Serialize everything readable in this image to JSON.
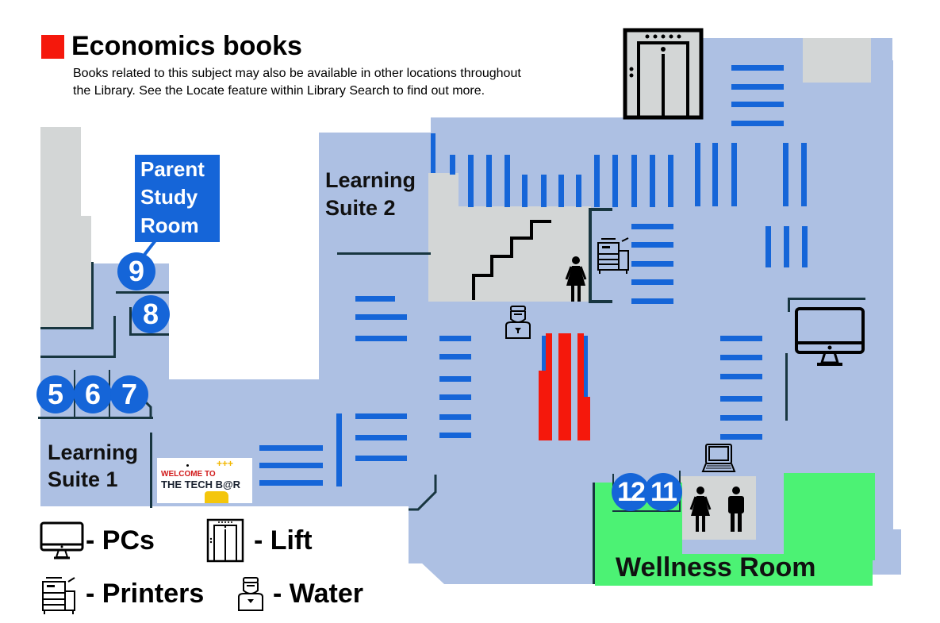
{
  "header": {
    "key_color": "#f5180c",
    "title": "Economics books",
    "note_line1": "Books related to this subject may also be available in other locations throughout",
    "note_line2": "the Library. See the Locate feature within Library Search to find out more."
  },
  "rooms": {
    "parent_study_room": [
      "Parent",
      "Study",
      "Room"
    ],
    "learning_suite_1": [
      "Learning",
      "Suite 1"
    ],
    "learning_suite_2": [
      "Learning",
      "Suite 2"
    ],
    "wellness_room": "Wellness Room",
    "tech_bar": {
      "line1": "WELCOME TO",
      "line2": "THE TECH B@R",
      "plus": "+++"
    }
  },
  "room_numbers": [
    "9",
    "8",
    "5",
    "6",
    "7",
    "12",
    "11"
  ],
  "legend": [
    {
      "icon": "pc-icon",
      "label": "- PCs"
    },
    {
      "icon": "lift-icon",
      "label": "- Lift"
    },
    {
      "icon": "printer-icon",
      "label": "- Printers"
    },
    {
      "icon": "water-icon",
      "label": "- Water"
    }
  ],
  "colors": {
    "floor": "#adc0e3",
    "shelving": "#1565d8",
    "highlight_shelving": "#f5180c",
    "wellness": "#4cf274",
    "structure": "#d3d6d6"
  }
}
